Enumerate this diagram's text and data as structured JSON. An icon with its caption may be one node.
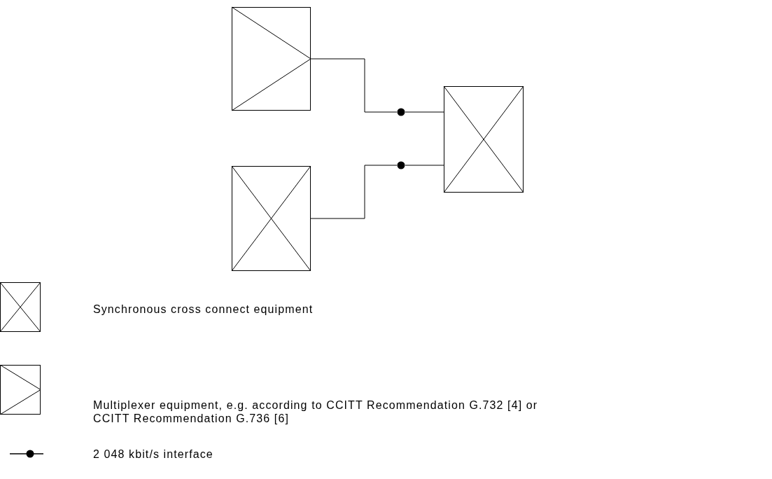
{
  "diagram": {
    "nodes": [
      {
        "text": [],
        "shape": "box"
      },
      {
        "text": [],
        "shape": "box"
      },
      {
        "text": [],
        "shape": "box"
      },
      {
        "text": [],
        "shape": "circle"
      },
      {
        "text": [],
        "shape": "circle"
      }
    ],
    "edges": [
      {
        "from": 0,
        "to": 3,
        "arrow": "none"
      },
      {
        "from": 3,
        "to": 1,
        "arrow": "none"
      },
      {
        "from": 2,
        "to": 4,
        "arrow": "none"
      },
      {
        "from": 4,
        "to": 1,
        "arrow": "none"
      }
    ],
    "legend": [
      {
        "text": "Synchronous cross connect equipment"
      },
      {
        "text": "Multiplexer equipment, e.g. according to CCITT Recommendation G.732 [4] or CCITT Recommendation G.736 [6]"
      },
      {
        "text": "2 048 kbit/s interface"
      }
    ]
  }
}
